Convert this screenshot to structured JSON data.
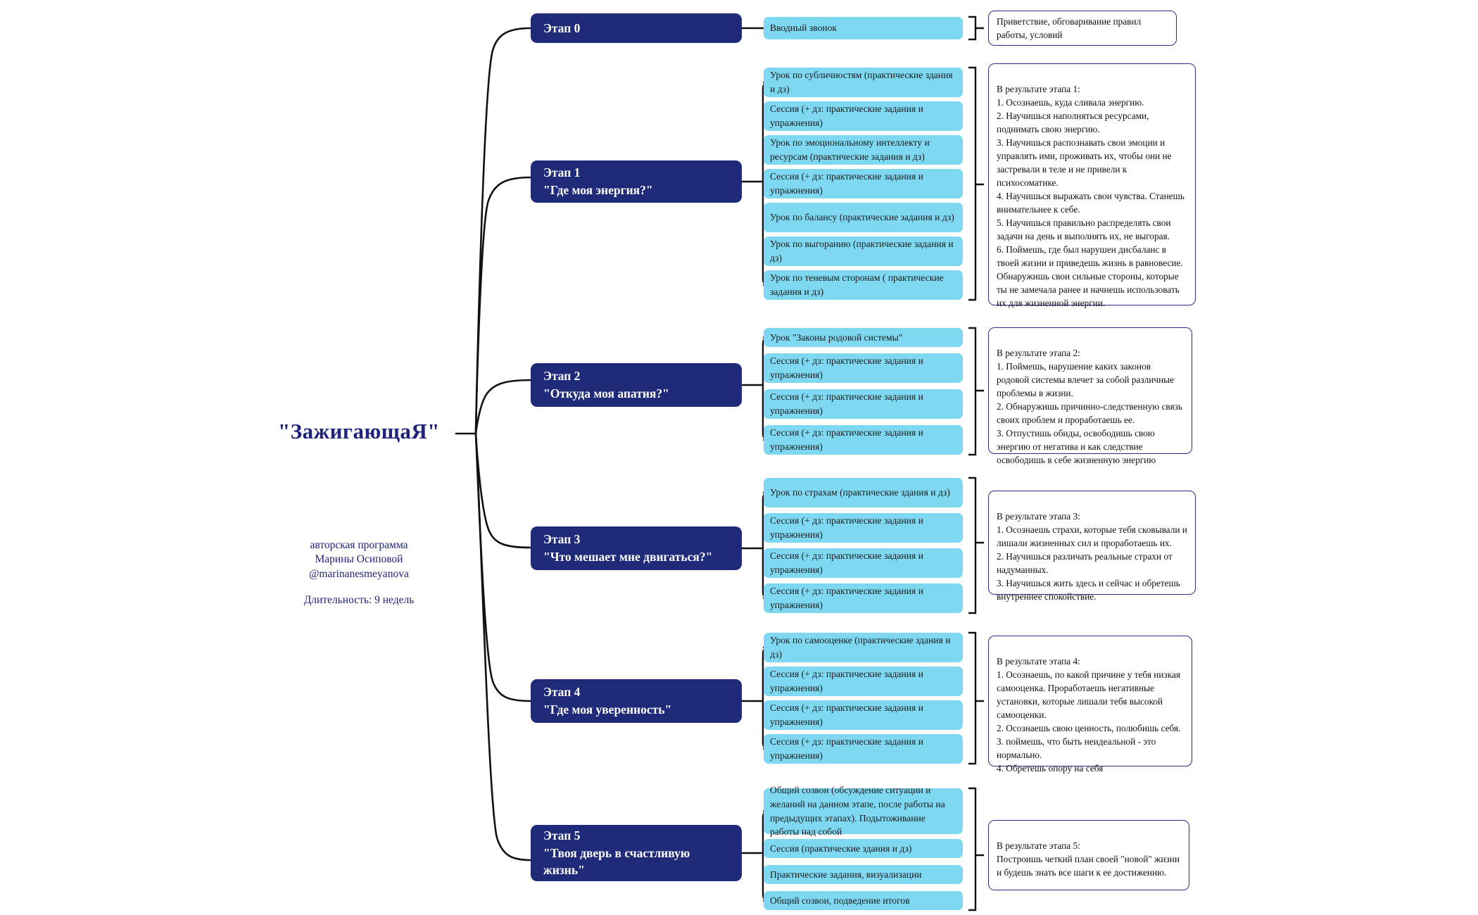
{
  "root": {
    "title": "\"ЗажигающаЯ\"",
    "subtitle": "авторская программа\nМарины Осиповой\n@marinanesmeyanova",
    "duration": "Длительность: 9 недель"
  },
  "colors": {
    "stage_bg": "#1f2a78",
    "lesson_bg": "#7fd8f2",
    "result_border": "#2a2f86",
    "root_text": "#20237a",
    "link": "#111111"
  },
  "stages": [
    {
      "title_line1": "Этап 0",
      "title_line2": "",
      "lessons": [
        "Вводный звонок"
      ],
      "result": "Приветствие, обговаривание правил работы, условий"
    },
    {
      "title_line1": "Этап 1",
      "title_line2": "\"Где моя энергия?\"",
      "lessons": [
        "Урок по субличностям (практические здания и дз)",
        "Сессия (+ дз: практические задания и упражнения)",
        "Урок по эмоциональному интеллекту и ресурсам (практические задания и дз)",
        "Сессия (+ дз: практические задания и упражнения)",
        "Урок по балансу (практические задания и дз)",
        "Урок по выгоранию  (практические задания и дз)",
        "Урок по теневым сторонам ( практические задания и дз)"
      ],
      "result": "В результате этапа 1:\n1. Осознаешь, куда сливала энергию.\n2. Научишься наполняться ресурсами, поднимать свою энергию.\n3. Научишься распознавать свои эмоции и управлять ими, проживать их, чтобы они не застревали в теле и не привели к психосоматике.\n4. Научишься выражать свои чувства. Станешь внимательнее к себе.\n5. Научишься правильно распределять свои задачи на день и выполнять их, не выгорая.\n6. Поймешь, где был нарушен дисбаланс в твоей жизни и приведешь жизнь в равновесие.\nОбнаружишь свои сильные стороны, которые ты не замечала ранее и начнешь использовать их для жизненной энергии."
    },
    {
      "title_line1": "Этап 2",
      "title_line2": "\"Откуда моя  апатия?\"",
      "lessons": [
        "Урок \"Законы родовой системы\"",
        "Сессия (+ дз: практические задания и упражнения)",
        "Сессия (+ дз: практические задания и упражнения)",
        "Сессия (+ дз: практические задания и упражнения)"
      ],
      "result": "В результате этапа 2:\n1. Поймешь, нарушение каких законов родовой системы влечет за собой различные проблемы в жизни.\n2. Обнаружишь причинно-следственную связь своих проблем и проработаешь ее.\n3. Отпустишь обиды, освободишь свою энергию от негатива и как следствие освободишь в себе жизненную энергию"
    },
    {
      "title_line1": "Этап 3",
      "title_line2": "\"Что мешает мне двигаться?\"",
      "lessons": [
        "Урок по страхам (практические здания и дз)",
        "Сессия (+ дз: практические задания и упражнения)",
        "Сессия (+ дз: практические задания и упражнения)",
        "Сессия (+ дз: практические задания и упражнения)"
      ],
      "result": "В результате этапа 3:\n1. Осознаешь страхи, которые тебя сковывали и лишали жизненных сил и проработаешь их.\n2. Научишься различать реальные страхи от надуманных.\n3. Научишься жить здесь и сейчас и обретешь внутреннее спокойствие."
    },
    {
      "title_line1": "Этап 4",
      "title_line2": "\"Где моя уверенность\"",
      "lessons": [
        "Урок по самооценке (практические здания и дз)",
        "Сессия (+ дз: практические задания и упражнения)",
        "Сессия (+ дз: практические задания и упражнения)",
        "Сессия (+ дз: практические задания и упражнения)"
      ],
      "result": "В результате этапа 4:\n1. Осознаешь, по какой причине у тебя низкая самооценка. Проработаешь негативные установки, которые лишали тебя высокой самооценки.\n2. Осознаешь свою ценность, полюбишь себя.\n3. поймешь, что быть неидеальной - это нормально.\n4. Обретешь опору на себя"
    },
    {
      "title_line1": "Этап 5",
      "title_line2": "\"Твоя дверь в счастливую жизнь\"",
      "lessons": [
        "Общий созвон (обсуждение ситуации и желаний на данном этапе, после работы на предыдущих этапах). Подытоживание работы над собой",
        "Сессия (практические здания и дз)",
        "Практические задания, визуализации",
        "Общий созвон, подведение итогов"
      ],
      "result": "В результате этапа 5:\nПостроишь четкий план своей \"новой\" жизни и будешь знать все шаги к ее достижению."
    }
  ]
}
